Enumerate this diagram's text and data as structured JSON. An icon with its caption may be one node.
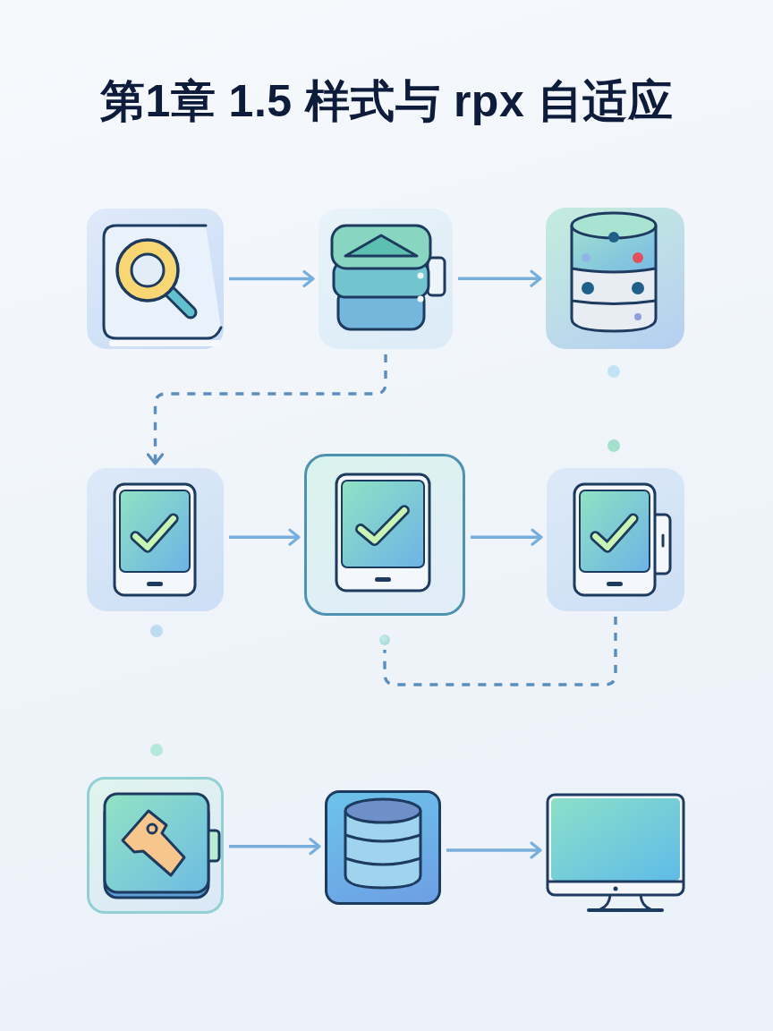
{
  "diagram": {
    "title": "第1章 1.5 样式与 rpx 自适应",
    "nodes": [
      {
        "text": [],
        "shape": "picture"
      },
      {
        "text": [],
        "shape": "picture"
      },
      {
        "text": [],
        "shape": "picture"
      },
      {
        "text": [],
        "shape": "picture"
      },
      {
        "text": [],
        "shape": "picture"
      },
      {
        "text": [],
        "shape": "picture"
      },
      {
        "text": [],
        "shape": "circle"
      },
      {
        "text": [],
        "shape": "picture"
      },
      {
        "text": [],
        "shape": "picture"
      },
      {
        "text": [],
        "shape": "picture"
      }
    ],
    "edges": [
      {
        "from": 0,
        "to": 1,
        "arrow": "to"
      },
      {
        "from": 1,
        "to": 2,
        "arrow": "to"
      },
      {
        "from": 1,
        "to": 3,
        "arrow": "to",
        "style": "dashed",
        "color": "#5a8ebd"
      },
      {
        "from": 3,
        "to": 4,
        "arrow": "to"
      },
      {
        "from": 4,
        "to": 5,
        "arrow": "to"
      },
      {
        "from": 5,
        "to": 6,
        "arrow": "none",
        "style": "dashed",
        "color": "#5a8ebd"
      },
      {
        "from": 7,
        "to": 8,
        "arrow": "to"
      },
      {
        "from": 8,
        "to": 9,
        "arrow": "to"
      }
    ]
  }
}
